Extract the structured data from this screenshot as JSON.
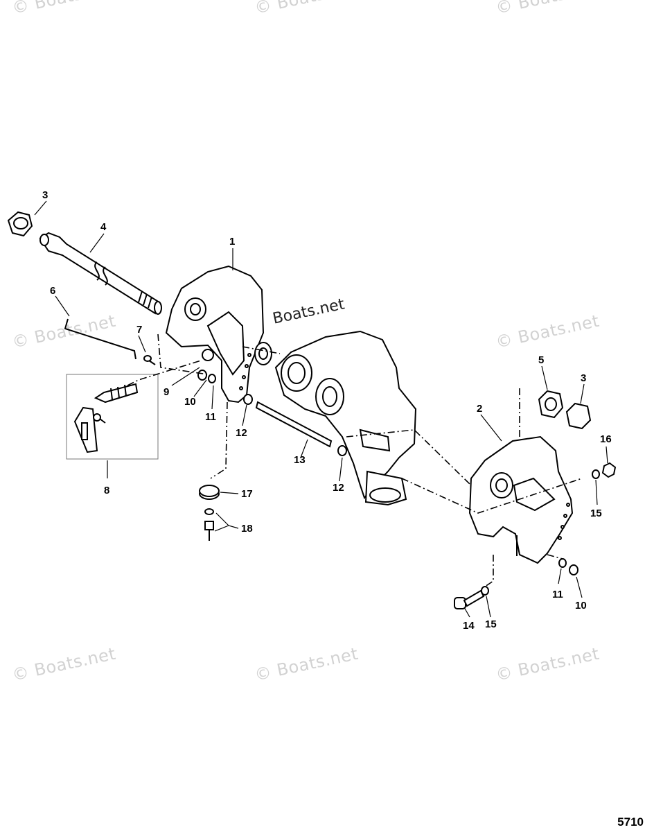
{
  "watermark": {
    "text": "© Boats.net",
    "overlay_text": "Boats.net"
  },
  "figure_id": "5710",
  "callouts": {
    "c1": "1",
    "c2": "2",
    "c3a": "3",
    "c3b": "3",
    "c4": "4",
    "c5": "5",
    "c6": "6",
    "c7": "7",
    "c8": "8",
    "c9": "9",
    "c10a": "10",
    "c10b": "10",
    "c11a": "11",
    "c11b": "11",
    "c12a": "12",
    "c12b": "12",
    "c13": "13",
    "c14": "14",
    "c15a": "15",
    "c15b": "15",
    "c16": "16",
    "c17": "17",
    "c18": "18"
  }
}
